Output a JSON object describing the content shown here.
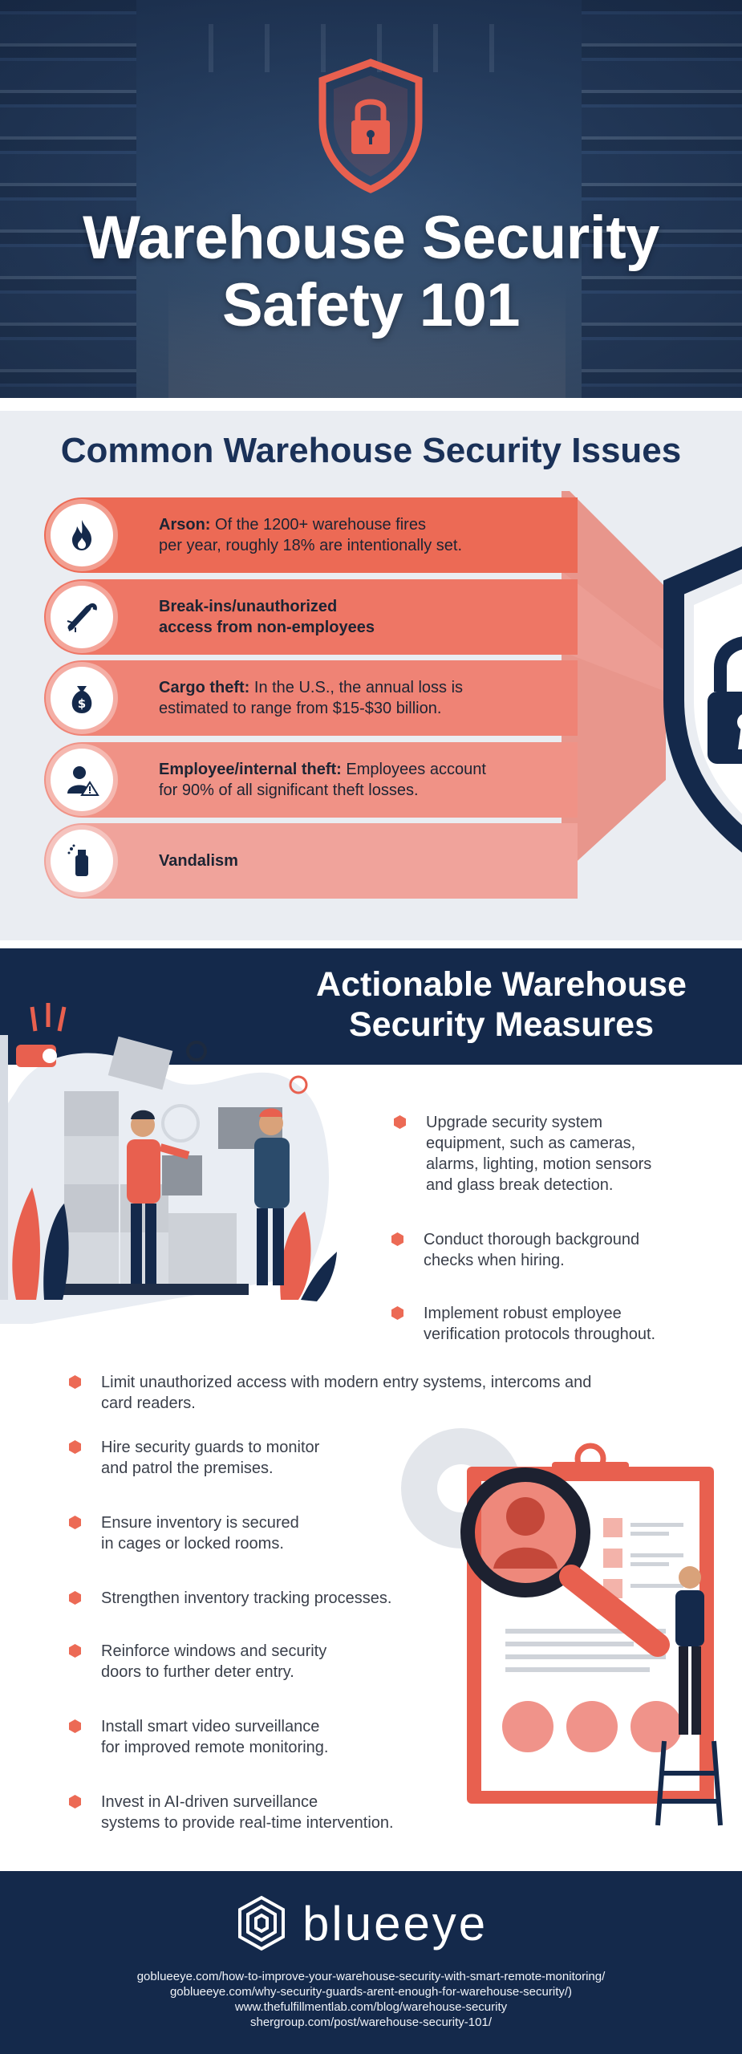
{
  "hero": {
    "title_line1": "Warehouse Security",
    "title_line2": "Safety 101"
  },
  "issues": {
    "title": "Common Warehouse Security Issues",
    "items": [
      {
        "bold": "Arson:",
        "rest_line1": " Of the 1200+ warehouse fires",
        "line2": "per year, roughly 18% are intentionally set.",
        "icon": "fire-icon",
        "color": "#ec6a55"
      },
      {
        "bold": "Break-ins/unauthorized",
        "rest_line1": "",
        "line2": "access from non-employees",
        "icon": "crowbar-icon",
        "color": "#ee7665",
        "line2_bold": true
      },
      {
        "bold": "Cargo theft:",
        "rest_line1": " In the U.S., the annual loss is",
        "line2": "estimated to range from $15-$30 billion.",
        "icon": "money-bag-icon",
        "color": "#ef8375"
      },
      {
        "bold": "Employee/internal theft:",
        "rest_line1": " Employees account",
        "line2": "for 90% of all significant theft losses.",
        "icon": "employee-warning-icon",
        "color": "#f09286"
      },
      {
        "bold": "Vandalism",
        "rest_line1": "",
        "line2": "",
        "icon": "spray-can-icon",
        "color": "#f0a39b"
      }
    ]
  },
  "measures": {
    "title_line1": "Actionable Warehouse",
    "title_line2": "Security Measures",
    "right_items": [
      {
        "l1": "Upgrade security system",
        "l2": "equipment, such as cameras,",
        "l3": "alarms, lighting, motion sensors",
        "l4": "and glass break detection."
      },
      {
        "l1": "Conduct thorough background",
        "l2": "checks when hiring."
      },
      {
        "l1": "Implement robust employee",
        "l2": "verification protocols throughout."
      }
    ],
    "left_items": [
      {
        "l1": "Limit unauthorized access with modern entry systems, intercoms and",
        "l2": "card readers."
      },
      {
        "l1": "Hire security guards to monitor",
        "l2": "and patrol the premises."
      },
      {
        "l1": "Ensure inventory is secured",
        "l2": "in cages or locked rooms."
      },
      {
        "l1": "Strengthen inventory tracking processes.",
        "l2": ""
      },
      {
        "l1": "Reinforce windows and security",
        "l2": "doors to further deter entry."
      },
      {
        "l1": "Install smart video surveillance",
        "l2": "for improved remote monitoring."
      },
      {
        "l1": "Invest in AI-driven surveillance",
        "l2": "systems to provide real-time intervention."
      }
    ]
  },
  "footer": {
    "brand": "blueeye",
    "sources": [
      "goblueeye.com/how-to-improve-your-warehouse-security-with-smart-remote-monitoring/",
      "goblueeye.com/why-security-guards-arent-enough-for-warehouse-security/)",
      "www.thefulfillmentlab.com/blog/warehouse-security",
      "shergroup.com/post/warehouse-security-101/"
    ]
  },
  "colors": {
    "navy": "#14294b",
    "coral": "#ec6a55",
    "title_blue": "#1a3158"
  }
}
